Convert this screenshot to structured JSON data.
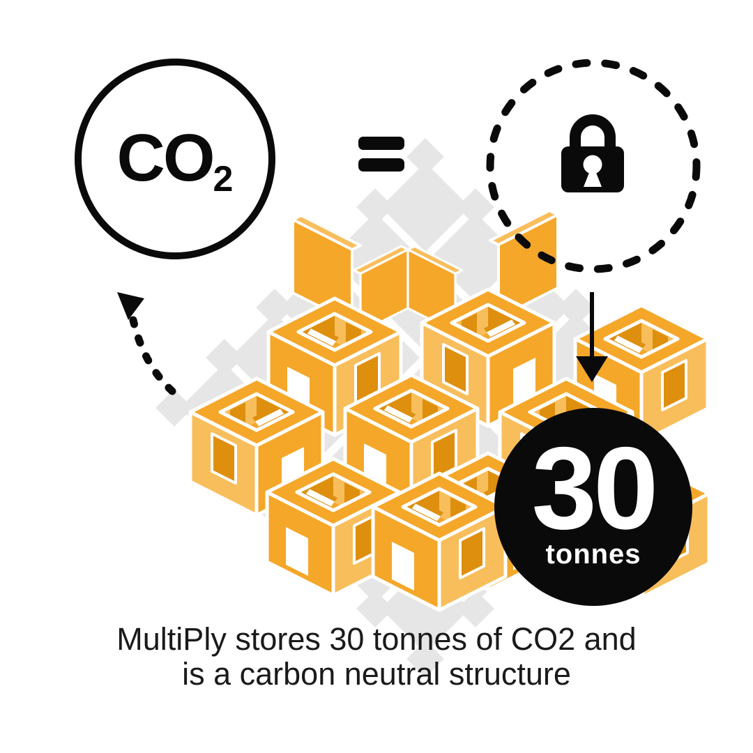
{
  "co2_badge": {
    "formula": "CO",
    "subscript": "2"
  },
  "equals_symbol": "=",
  "storage_badge": {
    "value": "30",
    "unit": "tonnes"
  },
  "caption": {
    "line1": "MultiPly stores 30 tonnes of CO2 and",
    "line2": "is a carbon neutral structure"
  },
  "icons": {
    "padlock": "padlock-icon",
    "equals": "equals-icon",
    "curved_arrow": "curved-dashed-arrow-icon",
    "down_arrow": "down-arrow-icon"
  },
  "colors": {
    "orange_bright": "#F5A72A",
    "orange_light": "#F8BE5C",
    "orange_dark": "#DE8F0E",
    "diamond_gray": "#E6E6E6",
    "ink_black": "#0A0A0A",
    "text_black": "#1A1A1A",
    "white": "#FFFFFF"
  }
}
